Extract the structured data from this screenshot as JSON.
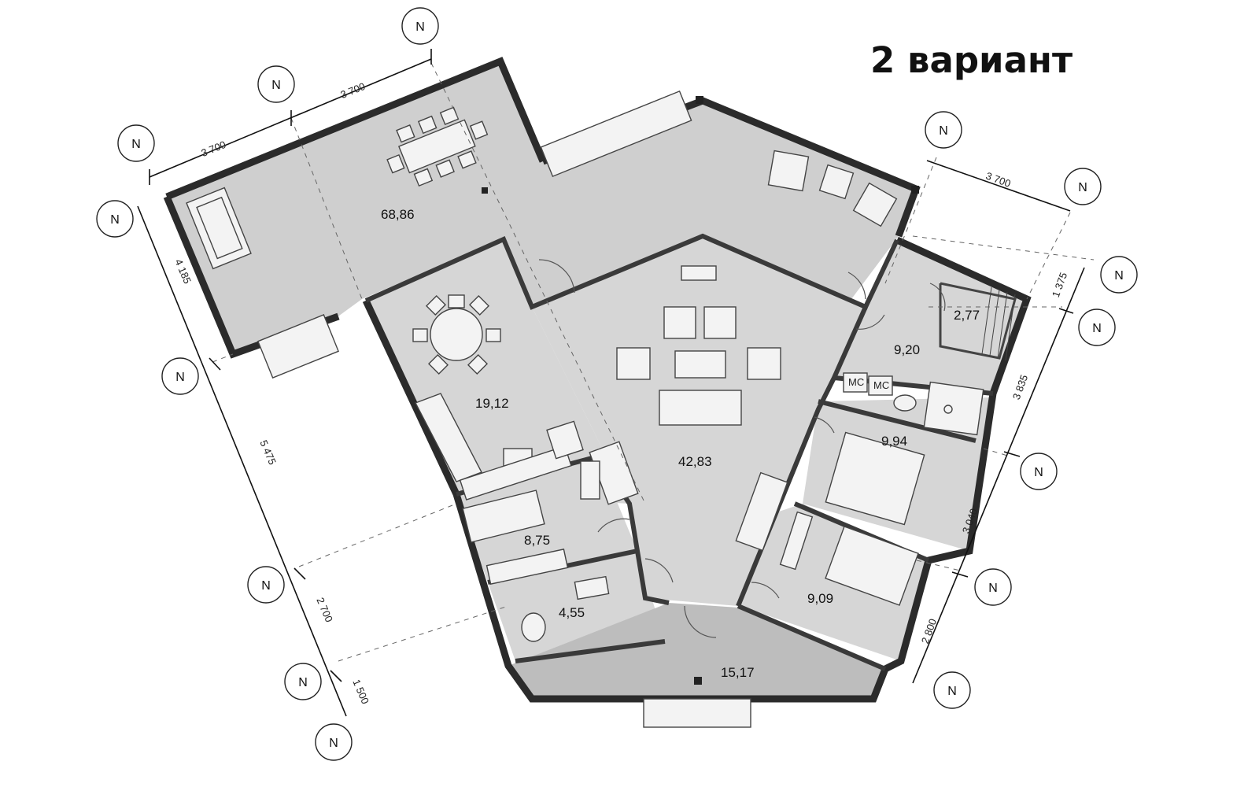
{
  "title": "2 вариант",
  "axis_label": "N",
  "rooms": [
    {
      "id": "terrace-top",
      "area": "68,86"
    },
    {
      "id": "living",
      "area": "42,83"
    },
    {
      "id": "kitchen-dining",
      "area": "19,12"
    },
    {
      "id": "bedroom-left",
      "area": "8,75"
    },
    {
      "id": "wc-left",
      "area": "4,55"
    },
    {
      "id": "terrace-bottom",
      "area": "15,17"
    },
    {
      "id": "hall-right",
      "area": "9,20"
    },
    {
      "id": "sauna",
      "area": "2,77"
    },
    {
      "id": "bedroom-right-top",
      "area": "9,94"
    },
    {
      "id": "bedroom-right-bottom",
      "area": "9,09"
    }
  ],
  "dimensions": {
    "top_left": "3 700",
    "top_mid": "3 700",
    "top_right": "3 700",
    "left_1": "4 185",
    "left_2": "5 475",
    "left_3": "2 700",
    "left_4": "1 500",
    "right_1": "1 375",
    "right_2": "3 835",
    "right_3": "3 040",
    "right_4": "2 800"
  },
  "fixture_labels": {
    "washer_1": "МС",
    "washer_2": "МС"
  }
}
